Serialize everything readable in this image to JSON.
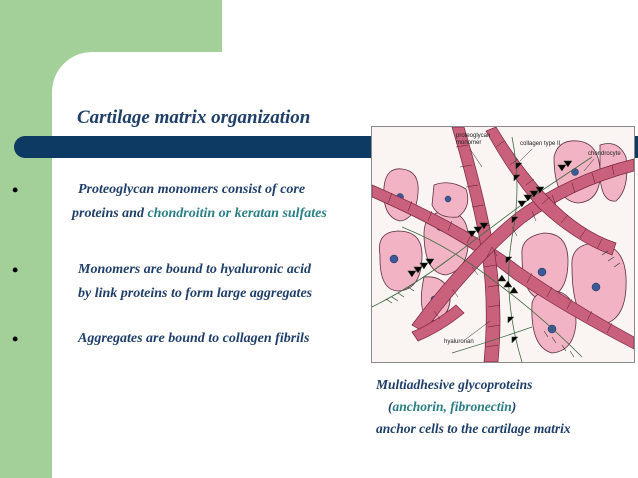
{
  "slide": {
    "title": "Cartilage matrix organization",
    "bullets": [
      {
        "line1": "Proteoglycan monomers consist of core",
        "line2_prefix": "proteins and ",
        "line2_highlight": "chondroitin or keratan sulfates"
      },
      {
        "line1": "Monomers are bound to hyaluronic acid",
        "line2": "by link proteins to form large aggregates"
      },
      {
        "line1": "Aggregates are bound to collagen fibrils"
      }
    ],
    "bullet_glyph": "•",
    "figure": {
      "labels": {
        "proteoglycan": "proteoglycan monomer",
        "collagen": "collagen type II",
        "chondrocyte": "chondrocyte",
        "hyaluronan": "hyaluronan"
      }
    },
    "caption": {
      "line1": "Multiadhesive glycoproteins",
      "line2_open": "(",
      "line2_highlight": "anchorin, fibronectin",
      "line2_close": ")",
      "line3": "anchor cells to the cartilage matrix"
    }
  },
  "colors": {
    "green": "#a3cf99",
    "navy_bar": "#0d3a63",
    "text": "#1f3f6a",
    "highlight": "#2a7f86"
  }
}
